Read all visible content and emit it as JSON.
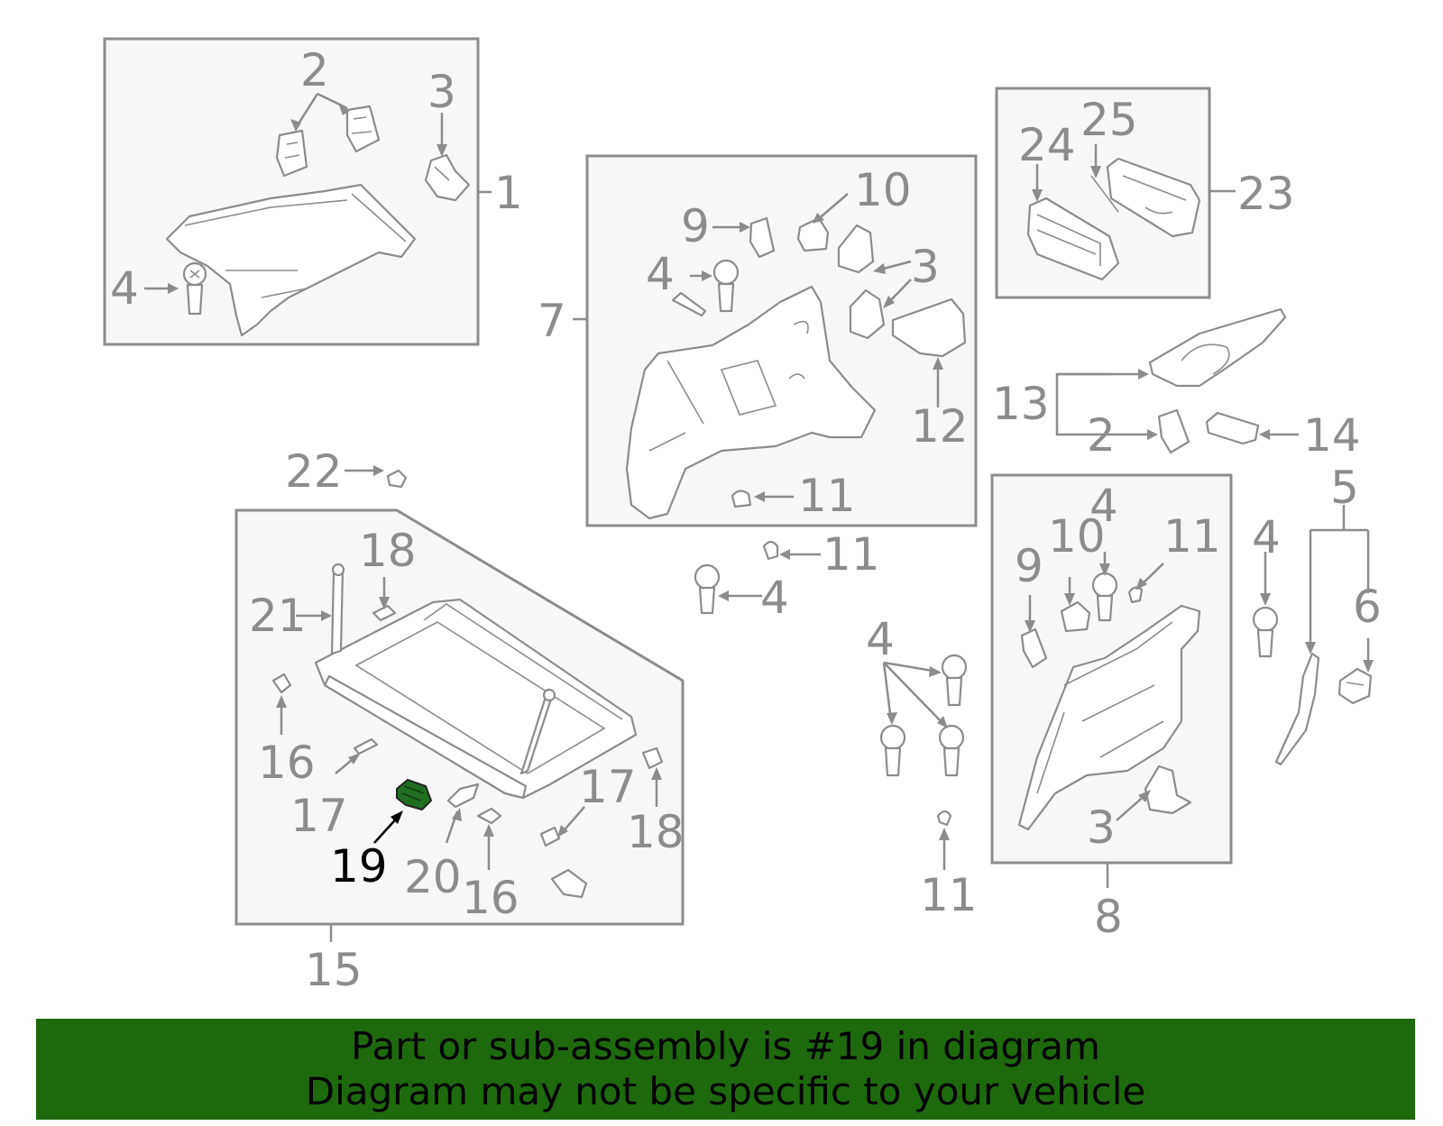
{
  "highlight": {
    "part": "19",
    "color": "#1d6a0d"
  },
  "callouts": {
    "b1": [
      "1",
      "2",
      "3",
      "4"
    ],
    "b7": [
      "7",
      "9",
      "10",
      "4",
      "3",
      "12",
      "11"
    ],
    "b23": [
      "23",
      "24",
      "25"
    ],
    "mid": [
      "13",
      "2",
      "14",
      "11",
      "4",
      "22"
    ],
    "b15": [
      "15",
      "18",
      "21",
      "16",
      "17",
      "19",
      "20",
      "16",
      "17",
      "18"
    ],
    "b8": [
      "8",
      "4",
      "10",
      "11",
      "9",
      "3"
    ],
    "right": [
      "5",
      "4",
      "6"
    ],
    "bottom": [
      "4",
      "11"
    ]
  },
  "banner": {
    "line1": "Part or sub-assembly is #19 in diagram",
    "line2": "Diagram may not be specific to your vehicle"
  }
}
